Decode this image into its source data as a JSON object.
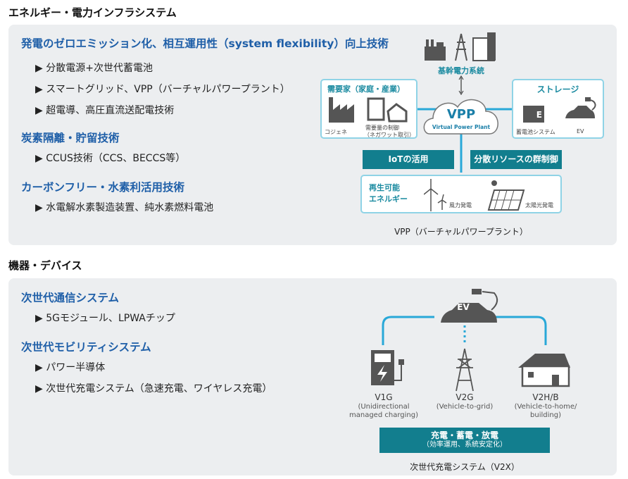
{
  "section1": {
    "title": "エネルギー・電力インフラシステム",
    "groups": [
      {
        "heading": "発電のゼロエミッション化、相互運用性（system flexibility）向上技術",
        "items": [
          "▶ 分散電源+次世代蓄電池",
          "▶ スマートグリッド、VPP（バーチャルパワープラント）",
          "▶ 超電導、高圧直流送配電技術"
        ]
      },
      {
        "heading": "炭素隔離・貯留技術",
        "items": [
          "▶ CCUS技術（CCS、BECCS等）"
        ]
      },
      {
        "heading": "カーボンフリー・水素利活用技術",
        "items": [
          "▶ 水電解水素製造装置、純水素燃料電池"
        ]
      }
    ],
    "vpp": {
      "grid_label": "基幹電力系統",
      "demand_title": "需要家（家庭・産業）",
      "cogen": "コジェネ",
      "demand_control": "需要量の制御",
      "negawatt": "（ネガワット取引）",
      "cloud_title": "VPP",
      "cloud_sub": "Virtual Power Plant",
      "storage_title": "ストレージ",
      "battery": "蓄電池システム",
      "battery_mark": "E",
      "ev": "EV",
      "iot": "IoTの活用",
      "group_control": "分散リソースの群制御",
      "renew_1": "再生可能",
      "renew_2": "エネルギー",
      "wind": "風力発電",
      "solar": "太陽光発電",
      "caption": "VPP（バーチャルパワープラント）"
    }
  },
  "section2": {
    "title": "機器・デバイス",
    "groups": [
      {
        "heading": "次世代通信システム",
        "items": [
          "▶ 5Gモジュール、LPWAチップ"
        ]
      },
      {
        "heading": "次世代モビリティシステム",
        "items": [
          "▶ パワー半導体",
          "▶ 次世代充電システム（急速充電、ワイヤレス充電）"
        ]
      }
    ],
    "v2x": {
      "ev": "EV",
      "v1g": "V1G",
      "v1g_sub1": "(Unidirectional",
      "v1g_sub2": "managed charging)",
      "v2g": "V2G",
      "v2g_sub": "(Vehicle-to-grid)",
      "v2h": "V2H/B",
      "v2h_sub1": "(Vehicle-to-home/",
      "v2h_sub2": "building)",
      "box_1": "充電・蓄電・放電",
      "box_2": "（効率運用、系統安定化）",
      "caption": "次世代充電システム（V2X）"
    }
  }
}
